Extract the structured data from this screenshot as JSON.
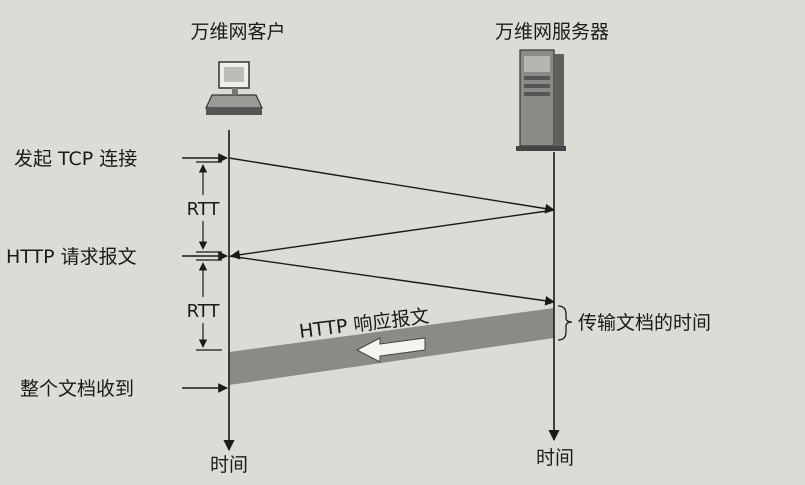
{
  "client": {
    "label": "万维网客户"
  },
  "server": {
    "label": "万维网服务器"
  },
  "events": {
    "initiate_tcp": "发起 TCP 连接",
    "http_request": "HTTP 请求报文",
    "document_received": "整个文档收到"
  },
  "rtt": {
    "first": "RTT",
    "second": "RTT"
  },
  "response": {
    "label": "HTTP 响应报文"
  },
  "transfer": {
    "label": "传输文档的时间"
  },
  "time_axis": {
    "client_label": "时间",
    "server_label": "时间"
  },
  "colors": {
    "line": "#1a1a1a",
    "band": "#8a8a86",
    "background": "#dcdcd6"
  }
}
